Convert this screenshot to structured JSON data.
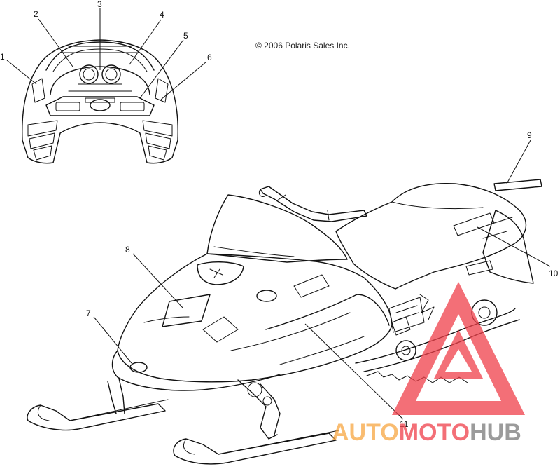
{
  "copyright": "© 2006 Polaris Sales Inc.",
  "callouts": [
    {
      "id": "1",
      "label": "1"
    },
    {
      "id": "2",
      "label": "2"
    },
    {
      "id": "3",
      "label": "3"
    },
    {
      "id": "4",
      "label": "4"
    },
    {
      "id": "5",
      "label": "5"
    },
    {
      "id": "6",
      "label": "6"
    },
    {
      "id": "7",
      "label": "7"
    },
    {
      "id": "8",
      "label": "8"
    },
    {
      "id": "9",
      "label": "9"
    },
    {
      "id": "10",
      "label": "10"
    },
    {
      "id": "11",
      "label": "11"
    }
  ],
  "watermark": {
    "part1": "AUTO",
    "part2": "MOTO",
    "part3": "HUB",
    "colors": {
      "auto": "#f7a641",
      "moto": "#f0404a",
      "hub": "#7a7a7a",
      "triangle": "#f0404a"
    }
  }
}
